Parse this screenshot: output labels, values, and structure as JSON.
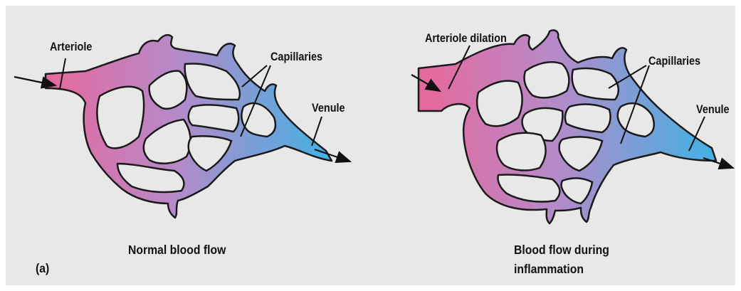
{
  "left_panel": {
    "arteriole_label": "Arteriole",
    "capillaries_label": "Capillaries",
    "venule_label": "Venule",
    "caption": "Normal blood flow"
  },
  "right_panel": {
    "arteriole_label": "Arteriole dilation",
    "capillaries_label": "Capillaries",
    "venule_label": "Venule",
    "caption_line1": "Blood flow during",
    "caption_line2": "inflammation"
  },
  "panel_letter": "(a)",
  "colors": {
    "background": "#e8e8e8",
    "arteriole": "#e26b9c",
    "mid_vessel": "#b48ac8",
    "venule": "#4ab0e0",
    "outline": "#1a1a1a"
  }
}
